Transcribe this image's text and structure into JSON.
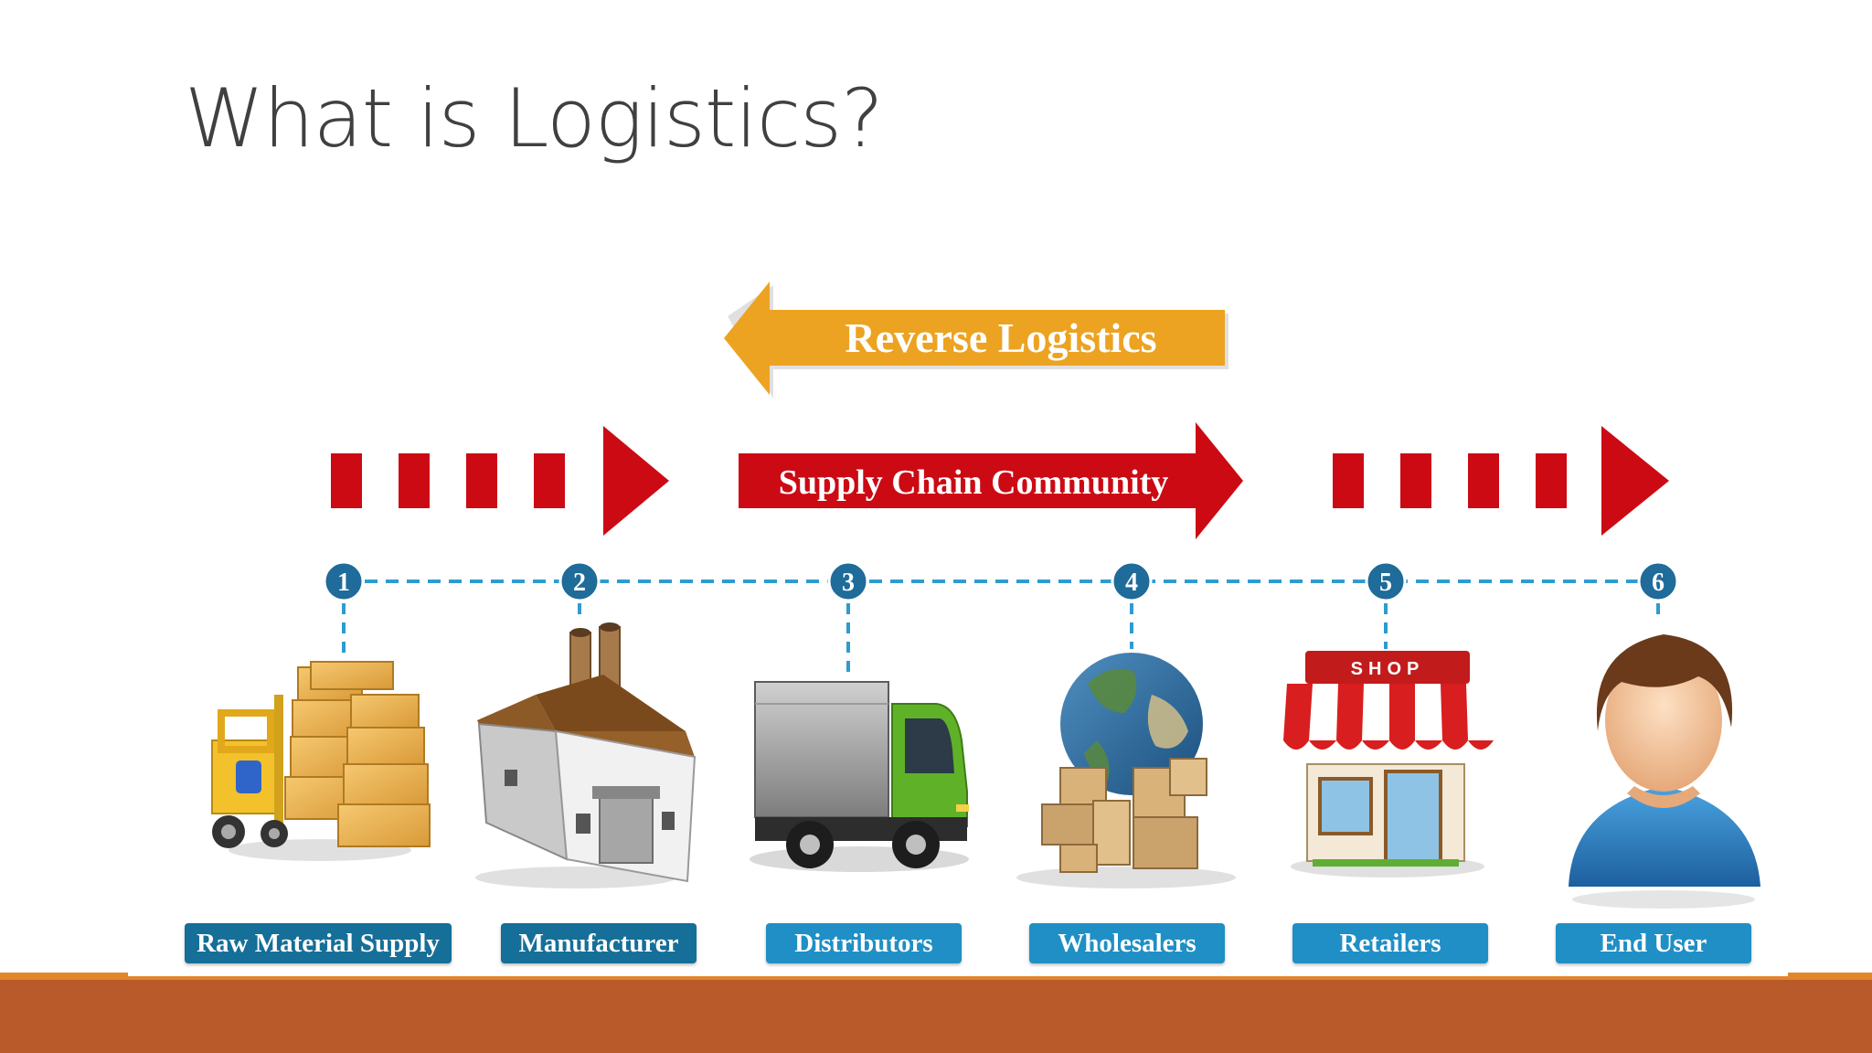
{
  "slide": {
    "title": "What is Logistics?"
  },
  "diagram": {
    "reverse_arrow_label": "Reverse Logistics",
    "supply_chain_label": "Supply Chain Community",
    "store_sign": "SHOP",
    "stages": [
      {
        "number": "1",
        "label": "Raw Material Supply",
        "icon": "forklift-boxes-icon"
      },
      {
        "number": "2",
        "label": "Manufacturer",
        "icon": "factory-icon"
      },
      {
        "number": "3",
        "label": "Distributors",
        "icon": "truck-icon"
      },
      {
        "number": "4",
        "label": "Wholesalers",
        "icon": "globe-boxes-icon"
      },
      {
        "number": "5",
        "label": "Retailers",
        "icon": "shop-icon"
      },
      {
        "number": "6",
        "label": "End User",
        "icon": "user-icon"
      }
    ],
    "colors": {
      "forward_arrow": "#cc0a14",
      "reverse_arrow": "#eca321",
      "stage_badge": "#1f6b99",
      "connector": "#2f9bd0",
      "label_bg": "#1f8fc6",
      "footer_band": "#b85a2a",
      "footer_line": "#e2852c"
    }
  }
}
